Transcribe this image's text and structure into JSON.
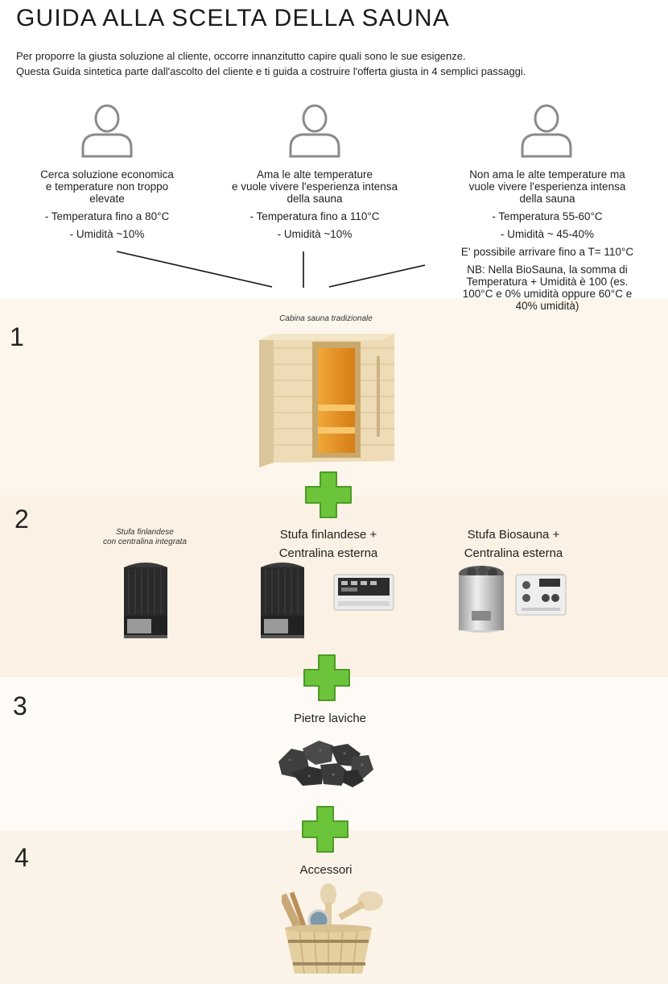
{
  "page": {
    "title": "GUIDA ALLA SCELTA DELLA SAUNA",
    "intro_line1": "Per proporre la giusta soluzione al cliente, occorre innanzitutto capire quali sono le sue esigenze.",
    "intro_line2": "Questa Guida sintetica parte dall'ascolto del cliente e ti guida a costruire l'offerta giusta in 4 semplici passaggi."
  },
  "personas": [
    {
      "desc": [
        "Cerca soluzione economica",
        "e temperature non troppo",
        "elevate"
      ],
      "specs": [
        "- Temperatura fino a 80°C",
        "- Umidità ~10%"
      ]
    },
    {
      "desc": [
        "Ama le alte temperature",
        "e vuole vivere l'esperienza intensa",
        "della sauna"
      ],
      "specs": [
        "- Temperatura fino a 110°C",
        "- Umidità ~10%"
      ]
    },
    {
      "desc": [
        "Non ama le alte temperature ma",
        "vuole vivere l'esperienza intensa",
        "della sauna"
      ],
      "specs": [
        "- Temperatura 55-60°C",
        "- Umidità ~ 45-40%"
      ],
      "extra": "E' possibile arrivare fino a T= 110°C",
      "note": [
        "NB: Nella BioSauna, la somma di",
        "Temperatura + Umidità è 100 (es.",
        "100°C e 0% umidità oppure 60°C e",
        "40% umidità)"
      ]
    }
  ],
  "steps": [
    {
      "number": "1",
      "caption": "Cabina sauna tradizionale"
    },
    {
      "number": "2",
      "options": [
        {
          "caption": [
            "Stufa finlandese",
            "con centralina integrata"
          ]
        },
        {
          "caption": [
            "Stufa finlandese +",
            "Centralina esterna"
          ]
        },
        {
          "caption": [
            "Stufa Biosauna +",
            "Centralina esterna"
          ]
        }
      ]
    },
    {
      "number": "3",
      "caption": "Pietre laviche"
    },
    {
      "number": "4",
      "caption": "Accessori"
    }
  ],
  "colors": {
    "band": "#fdf6ec",
    "plus_green": "#6cc43a",
    "icon_gray": "#8a8a8a",
    "wood": "#e8d6ad",
    "door_amber": "#e8921f"
  },
  "icons": {
    "persona": "person-outline-icon",
    "plus": "green-plus-icon"
  }
}
